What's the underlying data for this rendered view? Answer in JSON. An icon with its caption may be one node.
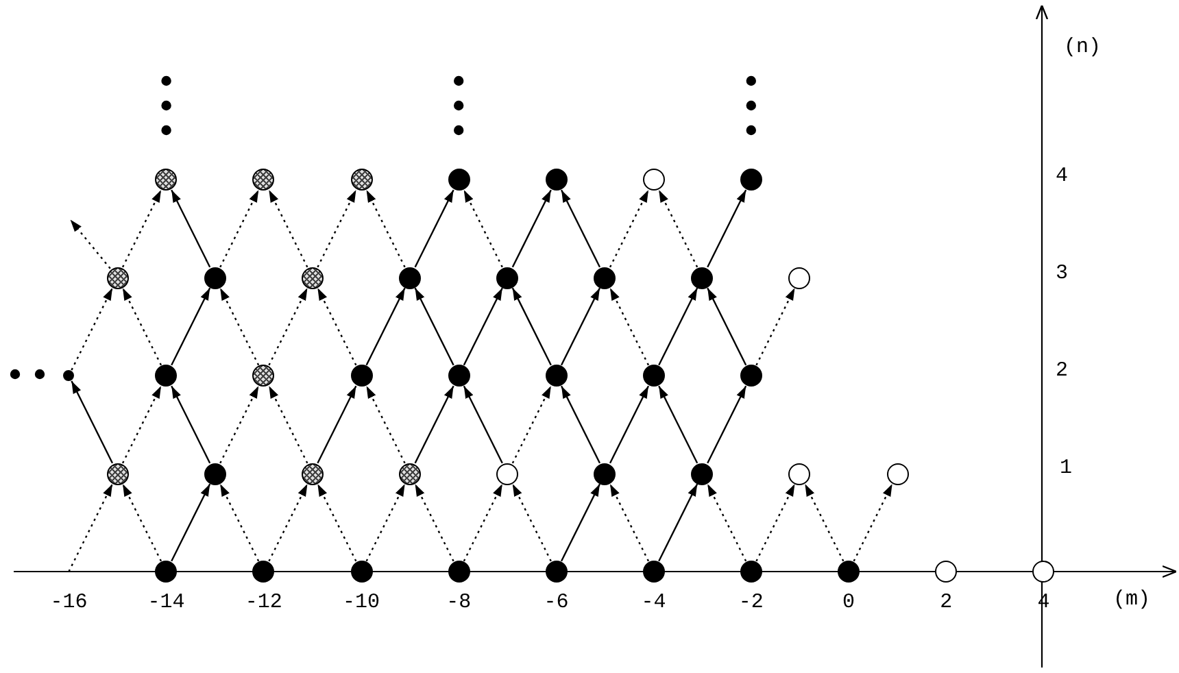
{
  "diagram": {
    "nodes": [
      {
        "text": [],
        "shape": "circle"
      },
      {
        "text": [],
        "shape": "circle"
      },
      {
        "text": [],
        "shape": "circle"
      },
      {
        "text": [],
        "shape": "circle"
      },
      {
        "text": [],
        "shape": "circle"
      },
      {
        "text": [],
        "shape": "circle"
      },
      {
        "text": [],
        "shape": "circle"
      },
      {
        "text": [],
        "shape": "circle"
      },
      {
        "text": [],
        "shape": "circle"
      },
      {
        "text": [],
        "shape": "circle"
      },
      {
        "text": [],
        "shape": "circle"
      },
      {
        "text": [],
        "shape": "circle"
      },
      {
        "text": [],
        "shape": "circle"
      },
      {
        "text": [],
        "shape": "circle"
      },
      {
        "text": [],
        "shape": "circle"
      },
      {
        "text": [],
        "shape": "circle"
      },
      {
        "text": [],
        "shape": "circle"
      },
      {
        "text": [],
        "shape": "circle"
      },
      {
        "text": [],
        "shape": "circle"
      },
      {
        "text": [],
        "shape": "circle"
      },
      {
        "text": [],
        "shape": "circle"
      },
      {
        "text": [],
        "shape": "circle"
      },
      {
        "text": [],
        "shape": "circle"
      },
      {
        "text": [],
        "shape": "circle"
      },
      {
        "text": [],
        "shape": "circle"
      },
      {
        "text": [],
        "shape": "circle"
      },
      {
        "text": [],
        "shape": "circle"
      },
      {
        "text": [],
        "shape": "circle"
      },
      {
        "text": [],
        "shape": "circle"
      },
      {
        "text": [],
        "shape": "circle"
      },
      {
        "text": [],
        "shape": "circle"
      },
      {
        "text": [],
        "shape": "circle"
      },
      {
        "text": [],
        "shape": "circle"
      },
      {
        "text": [],
        "shape": "circle"
      },
      {
        "text": [],
        "shape": "circle"
      },
      {
        "text": [],
        "shape": "circle"
      },
      {
        "text": [],
        "shape": "circle"
      },
      {
        "text": [],
        "shape": "circle"
      },
      {
        "text": [],
        "shape": "circle"
      },
      {
        "text": [],
        "shape": "circle"
      },
      {
        "text": [],
        "shape": "circle"
      },
      {
        "text": [],
        "shape": "circle"
      }
    ],
    "edges": [
      {
        "from": null,
        "to": 23,
        "arrow": "to",
        "style": "dashed"
      },
      {
        "from": 32,
        "to": 23,
        "arrow": "to",
        "style": "dashed"
      },
      {
        "from": 32,
        "to": 24,
        "arrow": "to"
      },
      {
        "from": 33,
        "to": 24,
        "arrow": "to",
        "style": "dashed"
      },
      {
        "from": 33,
        "to": 25,
        "arrow": "to",
        "style": "dashed"
      },
      {
        "from": 34,
        "to": 25,
        "arrow": "to",
        "style": "dashed"
      },
      {
        "from": 34,
        "to": 26,
        "arrow": "to",
        "style": "dashed"
      },
      {
        "from": 35,
        "to": 26,
        "arrow": "to",
        "style": "dashed"
      },
      {
        "from": 35,
        "to": 27,
        "arrow": "to",
        "style": "dashed"
      },
      {
        "from": 36,
        "to": 27,
        "arrow": "to",
        "style": "dashed"
      },
      {
        "from": 36,
        "to": 28,
        "arrow": "to"
      },
      {
        "from": 37,
        "to": 28,
        "arrow": "to",
        "style": "dashed"
      },
      {
        "from": 37,
        "to": 29,
        "arrow": "to"
      },
      {
        "from": 38,
        "to": 29,
        "arrow": "to",
        "style": "dashed"
      },
      {
        "from": 38,
        "to": 30,
        "arrow": "to",
        "style": "dashed"
      },
      {
        "from": 39,
        "to": 30,
        "arrow": "to",
        "style": "dashed"
      },
      {
        "from": 39,
        "to": 31,
        "arrow": "to",
        "style": "dashed"
      },
      {
        "from": 23,
        "to": 15,
        "arrow": "to"
      },
      {
        "from": 23,
        "to": 16,
        "arrow": "to",
        "style": "dashed"
      },
      {
        "from": 24,
        "to": 16,
        "arrow": "to"
      },
      {
        "from": 24,
        "to": 17,
        "arrow": "to",
        "style": "dashed"
      },
      {
        "from": 25,
        "to": 17,
        "arrow": "to",
        "style": "dashed"
      },
      {
        "from": 25,
        "to": 18,
        "arrow": "to"
      },
      {
        "from": 26,
        "to": 18,
        "arrow": "to",
        "style": "dashed"
      },
      {
        "from": 26,
        "to": 19,
        "arrow": "to"
      },
      {
        "from": 27,
        "to": 19,
        "arrow": "to"
      },
      {
        "from": 27,
        "to": 20,
        "arrow": "to",
        "style": "dashed"
      },
      {
        "from": 28,
        "to": 20,
        "arrow": "to"
      },
      {
        "from": 28,
        "to": 21,
        "arrow": "to"
      },
      {
        "from": 29,
        "to": 21,
        "arrow": "to"
      },
      {
        "from": 29,
        "to": 22,
        "arrow": "to"
      },
      {
        "from": 15,
        "to": 7,
        "arrow": "to",
        "style": "dashed"
      },
      {
        "from": 16,
        "to": 7,
        "arrow": "to",
        "style": "dashed"
      },
      {
        "from": 16,
        "to": 8,
        "arrow": "to"
      },
      {
        "from": 17,
        "to": 8,
        "arrow": "to",
        "style": "dashed"
      },
      {
        "from": 17,
        "to": 9,
        "arrow": "to",
        "style": "dashed"
      },
      {
        "from": 18,
        "to": 9,
        "arrow": "to",
        "style": "dashed"
      },
      {
        "from": 18,
        "to": 10,
        "arrow": "to"
      },
      {
        "from": 19,
        "to": 10,
        "arrow": "to"
      },
      {
        "from": 19,
        "to": 11,
        "arrow": "to"
      },
      {
        "from": 20,
        "to": 11,
        "arrow": "to"
      },
      {
        "from": 20,
        "to": 12,
        "arrow": "to"
      },
      {
        "from": 21,
        "to": 12,
        "arrow": "to",
        "style": "dashed"
      },
      {
        "from": 21,
        "to": 13,
        "arrow": "to"
      },
      {
        "from": 22,
        "to": 13,
        "arrow": "to"
      },
      {
        "from": 22,
        "to": 14,
        "arrow": "to",
        "style": "dashed"
      },
      {
        "from": 7,
        "to": null,
        "arrow": "to",
        "style": "dashed"
      },
      {
        "from": 7,
        "to": 0,
        "arrow": "to",
        "style": "dashed"
      },
      {
        "from": 8,
        "to": 0,
        "arrow": "to"
      },
      {
        "from": 8,
        "to": 1,
        "arrow": "to",
        "style": "dashed"
      },
      {
        "from": 9,
        "to": 1,
        "arrow": "to",
        "style": "dashed"
      },
      {
        "from": 9,
        "to": 2,
        "arrow": "to",
        "style": "dashed"
      },
      {
        "from": 10,
        "to": 2,
        "arrow": "to",
        "style": "dashed"
      },
      {
        "from": 10,
        "to": 3,
        "arrow": "to"
      },
      {
        "from": 11,
        "to": 3,
        "arrow": "to",
        "style": "dashed"
      },
      {
        "from": 11,
        "to": 4,
        "arrow": "to"
      },
      {
        "from": 12,
        "to": 4,
        "arrow": "to"
      },
      {
        "from": 12,
        "to": 5,
        "arrow": "to",
        "style": "dashed"
      },
      {
        "from": 13,
        "to": 5,
        "arrow": "to",
        "style": "dashed"
      },
      {
        "from": 13,
        "to": 6,
        "arrow": "to"
      }
    ],
    "labels": [
      "(n)",
      "4",
      "3",
      "2",
      "1",
      "-16",
      "-14",
      "-12",
      "-10",
      "-8",
      "-6",
      "-4",
      "-2",
      "0",
      "2",
      "4",
      "(m)"
    ]
  }
}
